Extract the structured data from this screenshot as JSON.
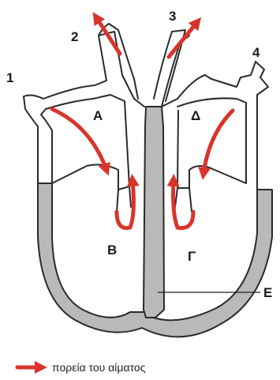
{
  "labels": {
    "n1": "1",
    "n2": "2",
    "n3": "3",
    "n4": "4",
    "A": "Α",
    "D": "Δ",
    "B": "Β",
    "G": "Γ",
    "E": "Ε"
  },
  "legend": {
    "text": "πορεία του αίματος"
  },
  "colors": {
    "arrow": "#d9342b",
    "wall": "#b9b9b9",
    "outline": "#2a2a2a"
  }
}
